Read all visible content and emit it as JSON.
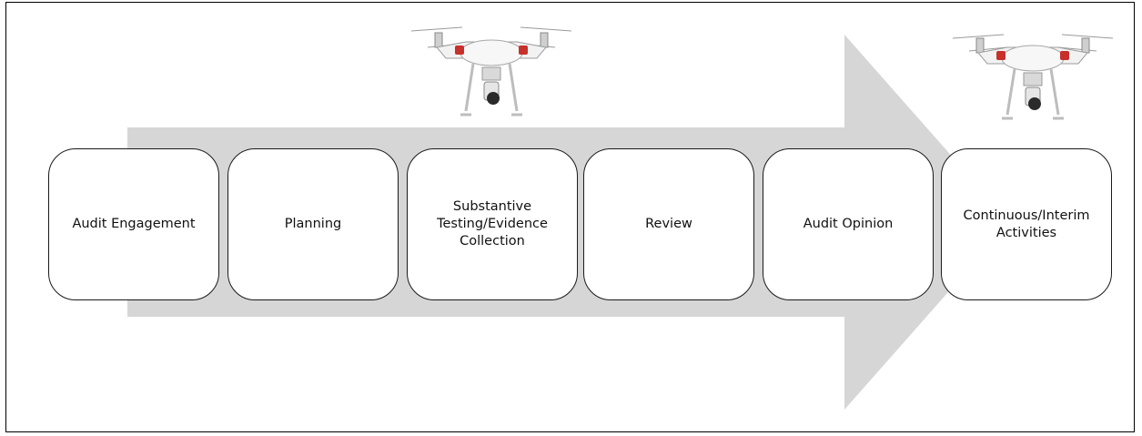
{
  "diagram": {
    "steps": [
      {
        "label": "Audit Engagement"
      },
      {
        "label": "Planning"
      },
      {
        "label": "Substantive Testing/Evidence Collection"
      },
      {
        "label": "Review"
      },
      {
        "label": "Audit Opinion"
      },
      {
        "label": "Continuous/Interim Activities"
      }
    ],
    "colors": {
      "arrow": "#d6d6d6",
      "box_border": "#1a1a1a",
      "drone_body": "#f2f2f2",
      "drone_accent": "#c8302a"
    },
    "images": [
      {
        "name": "drone",
        "position": "above Substantive Testing/Evidence Collection"
      },
      {
        "name": "drone",
        "position": "above Continuous/Interim Activities"
      }
    ]
  }
}
